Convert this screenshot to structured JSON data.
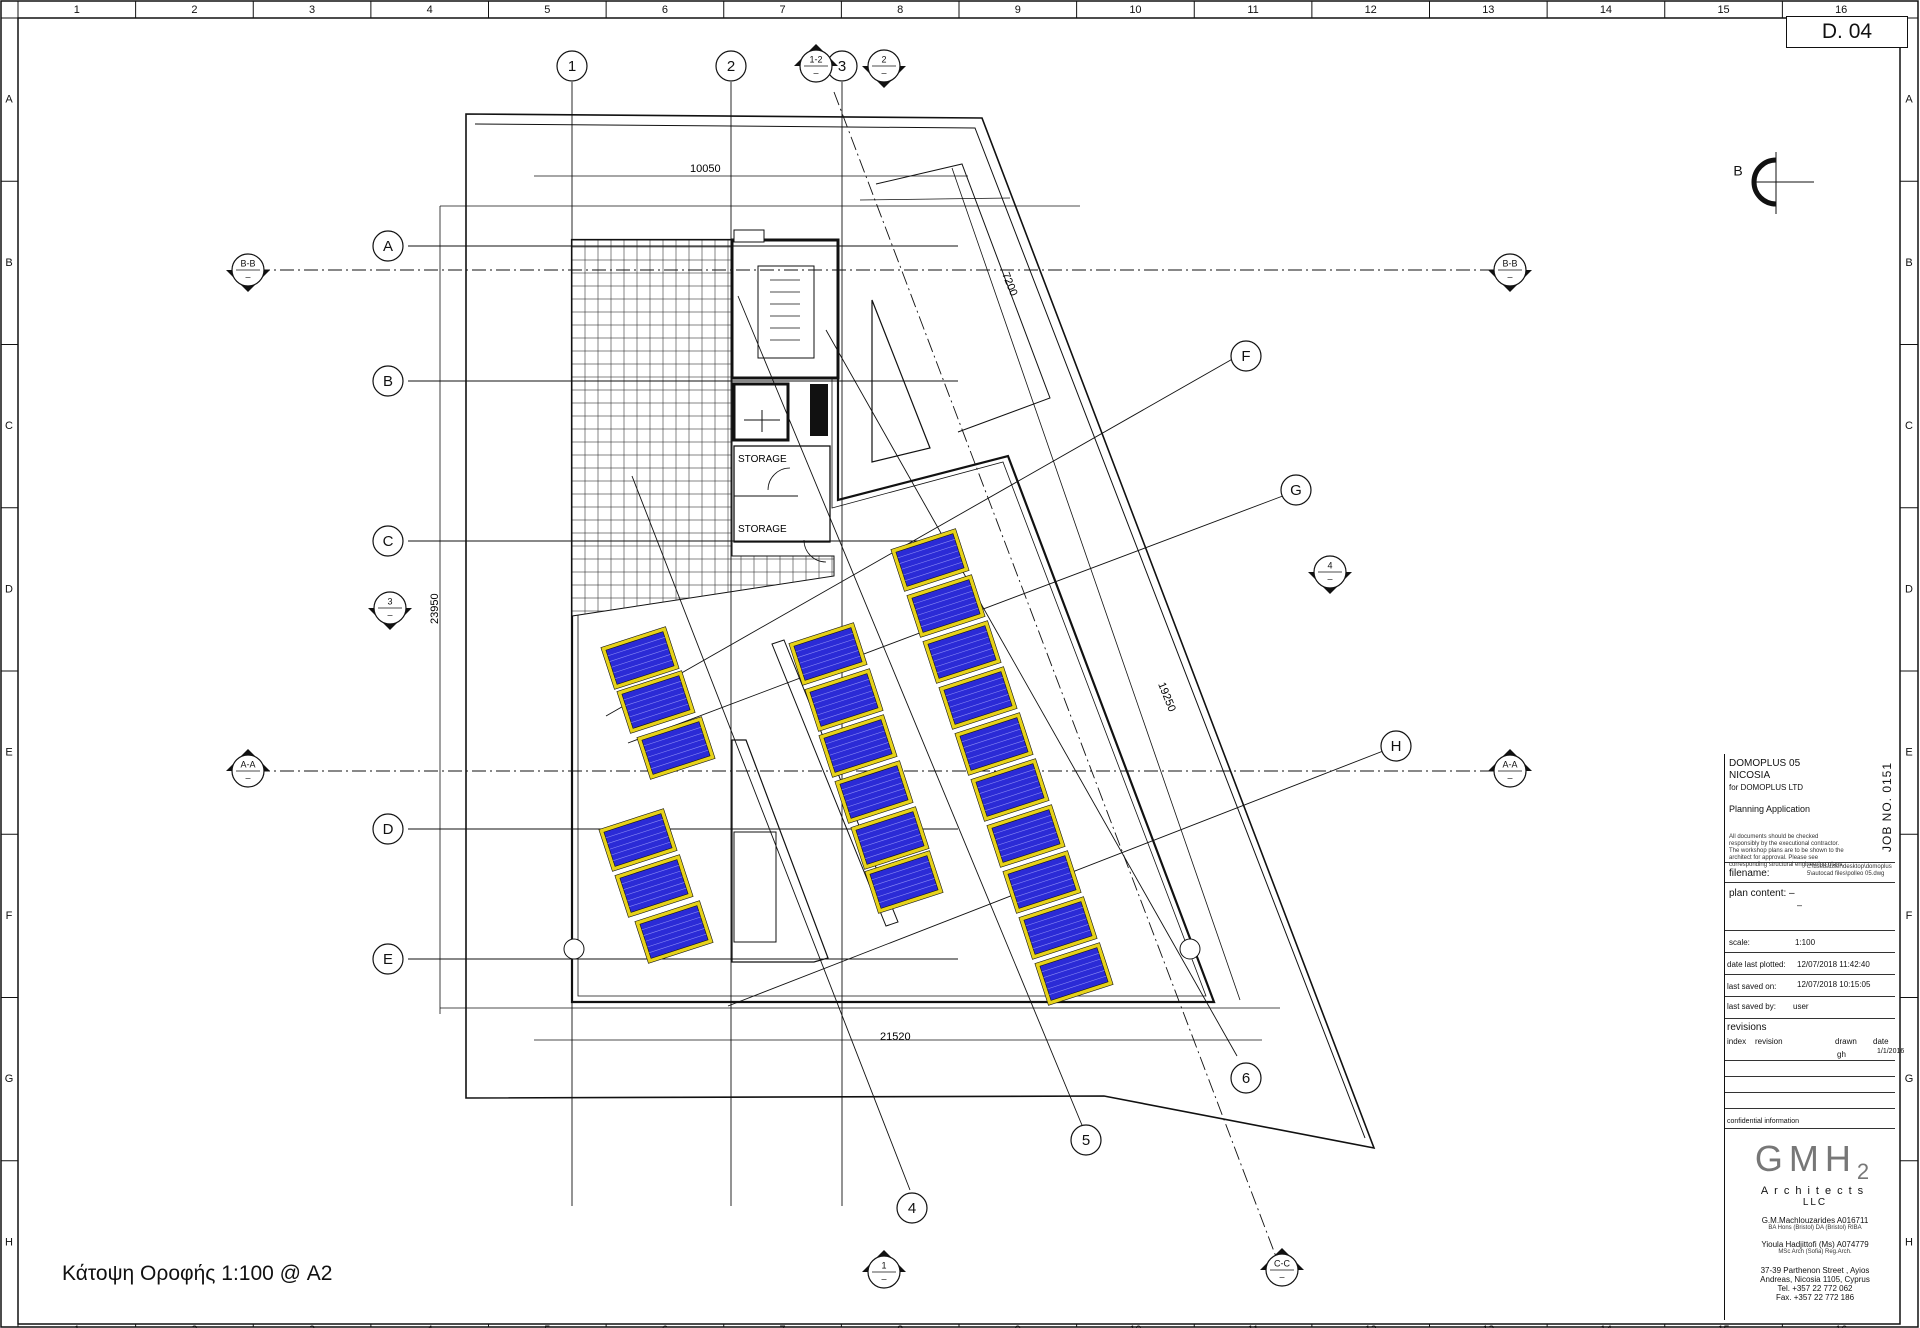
{
  "sheet": {
    "number": "D. 04"
  },
  "frame": {
    "columns": [
      "1",
      "2",
      "3",
      "4",
      "5",
      "6",
      "7",
      "8",
      "9",
      "10",
      "11",
      "12",
      "13",
      "14",
      "15",
      "16"
    ],
    "rows": [
      "A",
      "B",
      "C",
      "D",
      "E",
      "F",
      "G",
      "H"
    ]
  },
  "dimensions": {
    "top_width": "10050",
    "overall_width": "21520",
    "overall_height": "23950",
    "diag_length_1": "7200",
    "diag_length_2": "19250"
  },
  "grid_axes": {
    "horizontal": [
      "A",
      "B",
      "C",
      "D",
      "E"
    ],
    "vertical": [
      "1",
      "2",
      "3"
    ],
    "diagonal_vertical": [
      "4",
      "5",
      "6"
    ],
    "diagonal_horizontal": [
      "F",
      "G",
      "H"
    ]
  },
  "section_markers": [
    "B-B",
    "B-B",
    "A-A",
    "A-A",
    "3",
    "2",
    "1",
    "4",
    "B",
    "C-C",
    "1-2"
  ],
  "rooms": {
    "storage_1": "STORAGE",
    "storage_2": "STORAGE"
  },
  "title_block": {
    "project": "DOMOPLUS 05",
    "city": "NICOSIA",
    "client": "for DOMOPLUS LTD",
    "stage": "Planning Application",
    "note": "All documents should be checked responsibly by the executional contractor. The workshop plans are to be shown to the architect for approval. Please see corresponding structural engineering plans.",
    "job_no": "JOB NO. 0151",
    "filename_label": "filename:",
    "filename_value": "c:\\users\\user\\desktop\\domoplus 5\\autocad files\\polleo 05.dwg",
    "plan_content_label": "plan content: –",
    "plan_content_value": "–",
    "scale_label": "scale:",
    "scale_value": "1:100",
    "plotted_label": "date last plotted:",
    "plotted_value": "12/07/2018 11:42:40",
    "saved_label": "last saved on:",
    "saved_value": "12/07/2018 10:15:05",
    "saved_by_label": "last saved by:",
    "saved_by_value": "user",
    "revisions_label": "revisions",
    "rev_index": "index",
    "rev_revision": "revision",
    "rev_drawn": "drawn",
    "rev_date": "date",
    "rev_row_drawn": "gh",
    "rev_row_date": "1/1/2016",
    "confidential": "confidential information",
    "logo": "GMH",
    "logo_sub": "2",
    "firm_line1": "Architects",
    "firm_line2": "LLC",
    "architect_1": "G.M.Machlouzarides A016711",
    "architect_1_quals": "BA Hons (Bristol) DA (Bristol) RIBA",
    "architect_2": "Yioula Hadjittofi (Ms) A074779",
    "architect_2_quals": "MSc Arch (Sofia) Reg.Arch.",
    "address_1": "37-39 Parthenon Street , Ayios",
    "address_2": "Andreas, Nicosia 1105,  Cyprus",
    "tel": "Tel.  +357 22 772 062",
    "fax": "Fax. +357 22 772 186"
  },
  "plan_title": "Κάτοψη Οροφής 1:100   @ A2",
  "colors": {
    "panel": "#2b2bd6",
    "panel_frame": "#e6d21a",
    "line": "#111111"
  }
}
